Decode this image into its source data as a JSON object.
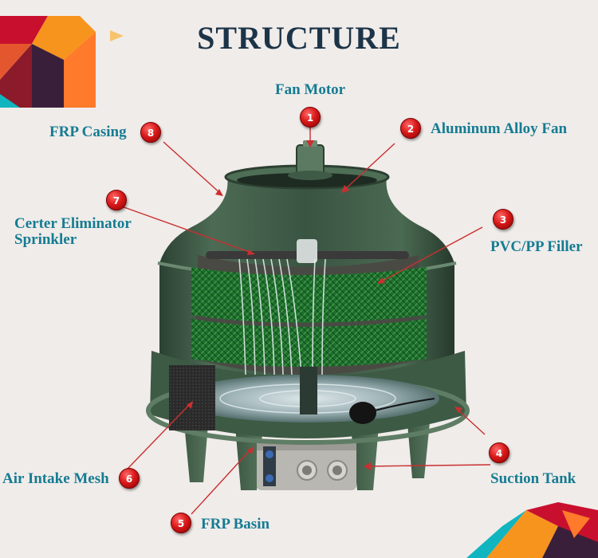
{
  "title": "STRUCTURE",
  "parts": [
    {
      "num": "1",
      "label": "Fan Motor"
    },
    {
      "num": "2",
      "label": "Aluminum Alloy Fan"
    },
    {
      "num": "3",
      "label": "PVC/PP Filler"
    },
    {
      "num": "4",
      "label": "Suction Tank"
    },
    {
      "num": "5",
      "label": "FRP Basin"
    },
    {
      "num": "6",
      "label": "Air Intake Mesh"
    },
    {
      "num": "7",
      "label_lines": [
        "Certer Eliminator",
        "Sprinkler"
      ]
    },
    {
      "num": "8",
      "label": "FRP Casing"
    }
  ],
  "colors": {
    "title": "#1c3448",
    "label": "#157c92",
    "badge": "#d91a1a",
    "background": "#f0ecea",
    "tower_green": "#3e5a46",
    "filler_green": "#1f6e2e",
    "accent_orange": "#f7941d",
    "accent_red": "#c8102e",
    "accent_teal": "#10b5c0",
    "accent_dark": "#3a1f3a"
  }
}
